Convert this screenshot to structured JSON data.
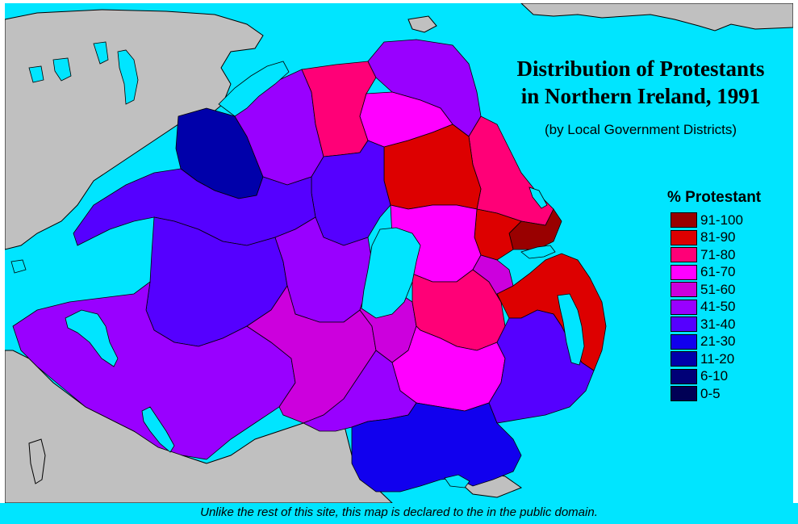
{
  "title_line1": "Distribution of Protestants",
  "title_line2": "in Northern Ireland, 1991",
  "subtitle": "(by Local Government Districts)",
  "legend": {
    "title": "% Protestant",
    "items": [
      {
        "range": "91-100",
        "color": "#990000"
      },
      {
        "range": "81-90",
        "color": "#dd0000"
      },
      {
        "range": "71-80",
        "color": "#ff0077"
      },
      {
        "range": "61-70",
        "color": "#ff00ff"
      },
      {
        "range": "51-60",
        "color": "#cc00dd"
      },
      {
        "range": "41-50",
        "color": "#9900ff"
      },
      {
        "range": "31-40",
        "color": "#5500ff"
      },
      {
        "range": "21-30",
        "color": "#1100ee"
      },
      {
        "range": "11-20",
        "color": "#0000aa"
      },
      {
        "range": "6-10",
        "color": "#000077"
      },
      {
        "range": "0-5",
        "color": "#000055"
      }
    ]
  },
  "colors": {
    "sea": "#00e5ff",
    "land_outside": "#c0c0c0",
    "border": "#000000"
  },
  "footer": "Unlike the rest of this site, this map is declared to the in the public domain."
}
